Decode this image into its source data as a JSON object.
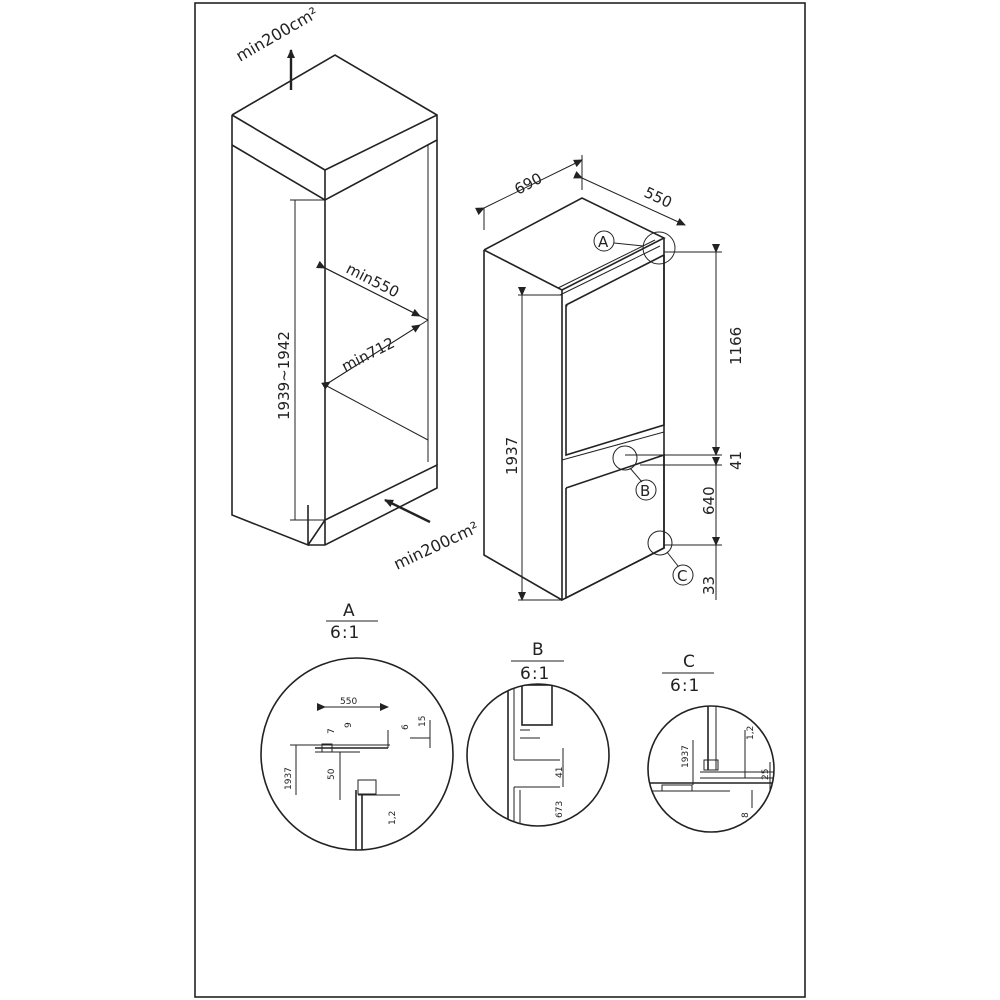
{
  "diagram": {
    "left_cabinet": {
      "vent_top": "min200cm²",
      "vent_bottom": "min200cm²",
      "height": "1939~1942",
      "depth": "min550",
      "width": "min712"
    },
    "appliance": {
      "width": "690",
      "depth": "550",
      "height": "1937",
      "upper_door": "1166",
      "gap": "41",
      "lower_door": "640",
      "bottom_gap": "33"
    },
    "callouts": [
      "A",
      "B",
      "C"
    ],
    "details": {
      "a": {
        "label": "A",
        "scale": "6:1",
        "dims": [
          "550",
          "7",
          "9",
          "6",
          "15",
          "1937",
          "50",
          "1,2"
        ]
      },
      "b": {
        "label": "B",
        "scale": "6:1",
        "dims": [
          "41",
          "673"
        ]
      },
      "c": {
        "label": "C",
        "scale": "6:1",
        "dims": [
          "1,2",
          "1937",
          "25",
          "8"
        ]
      }
    }
  }
}
